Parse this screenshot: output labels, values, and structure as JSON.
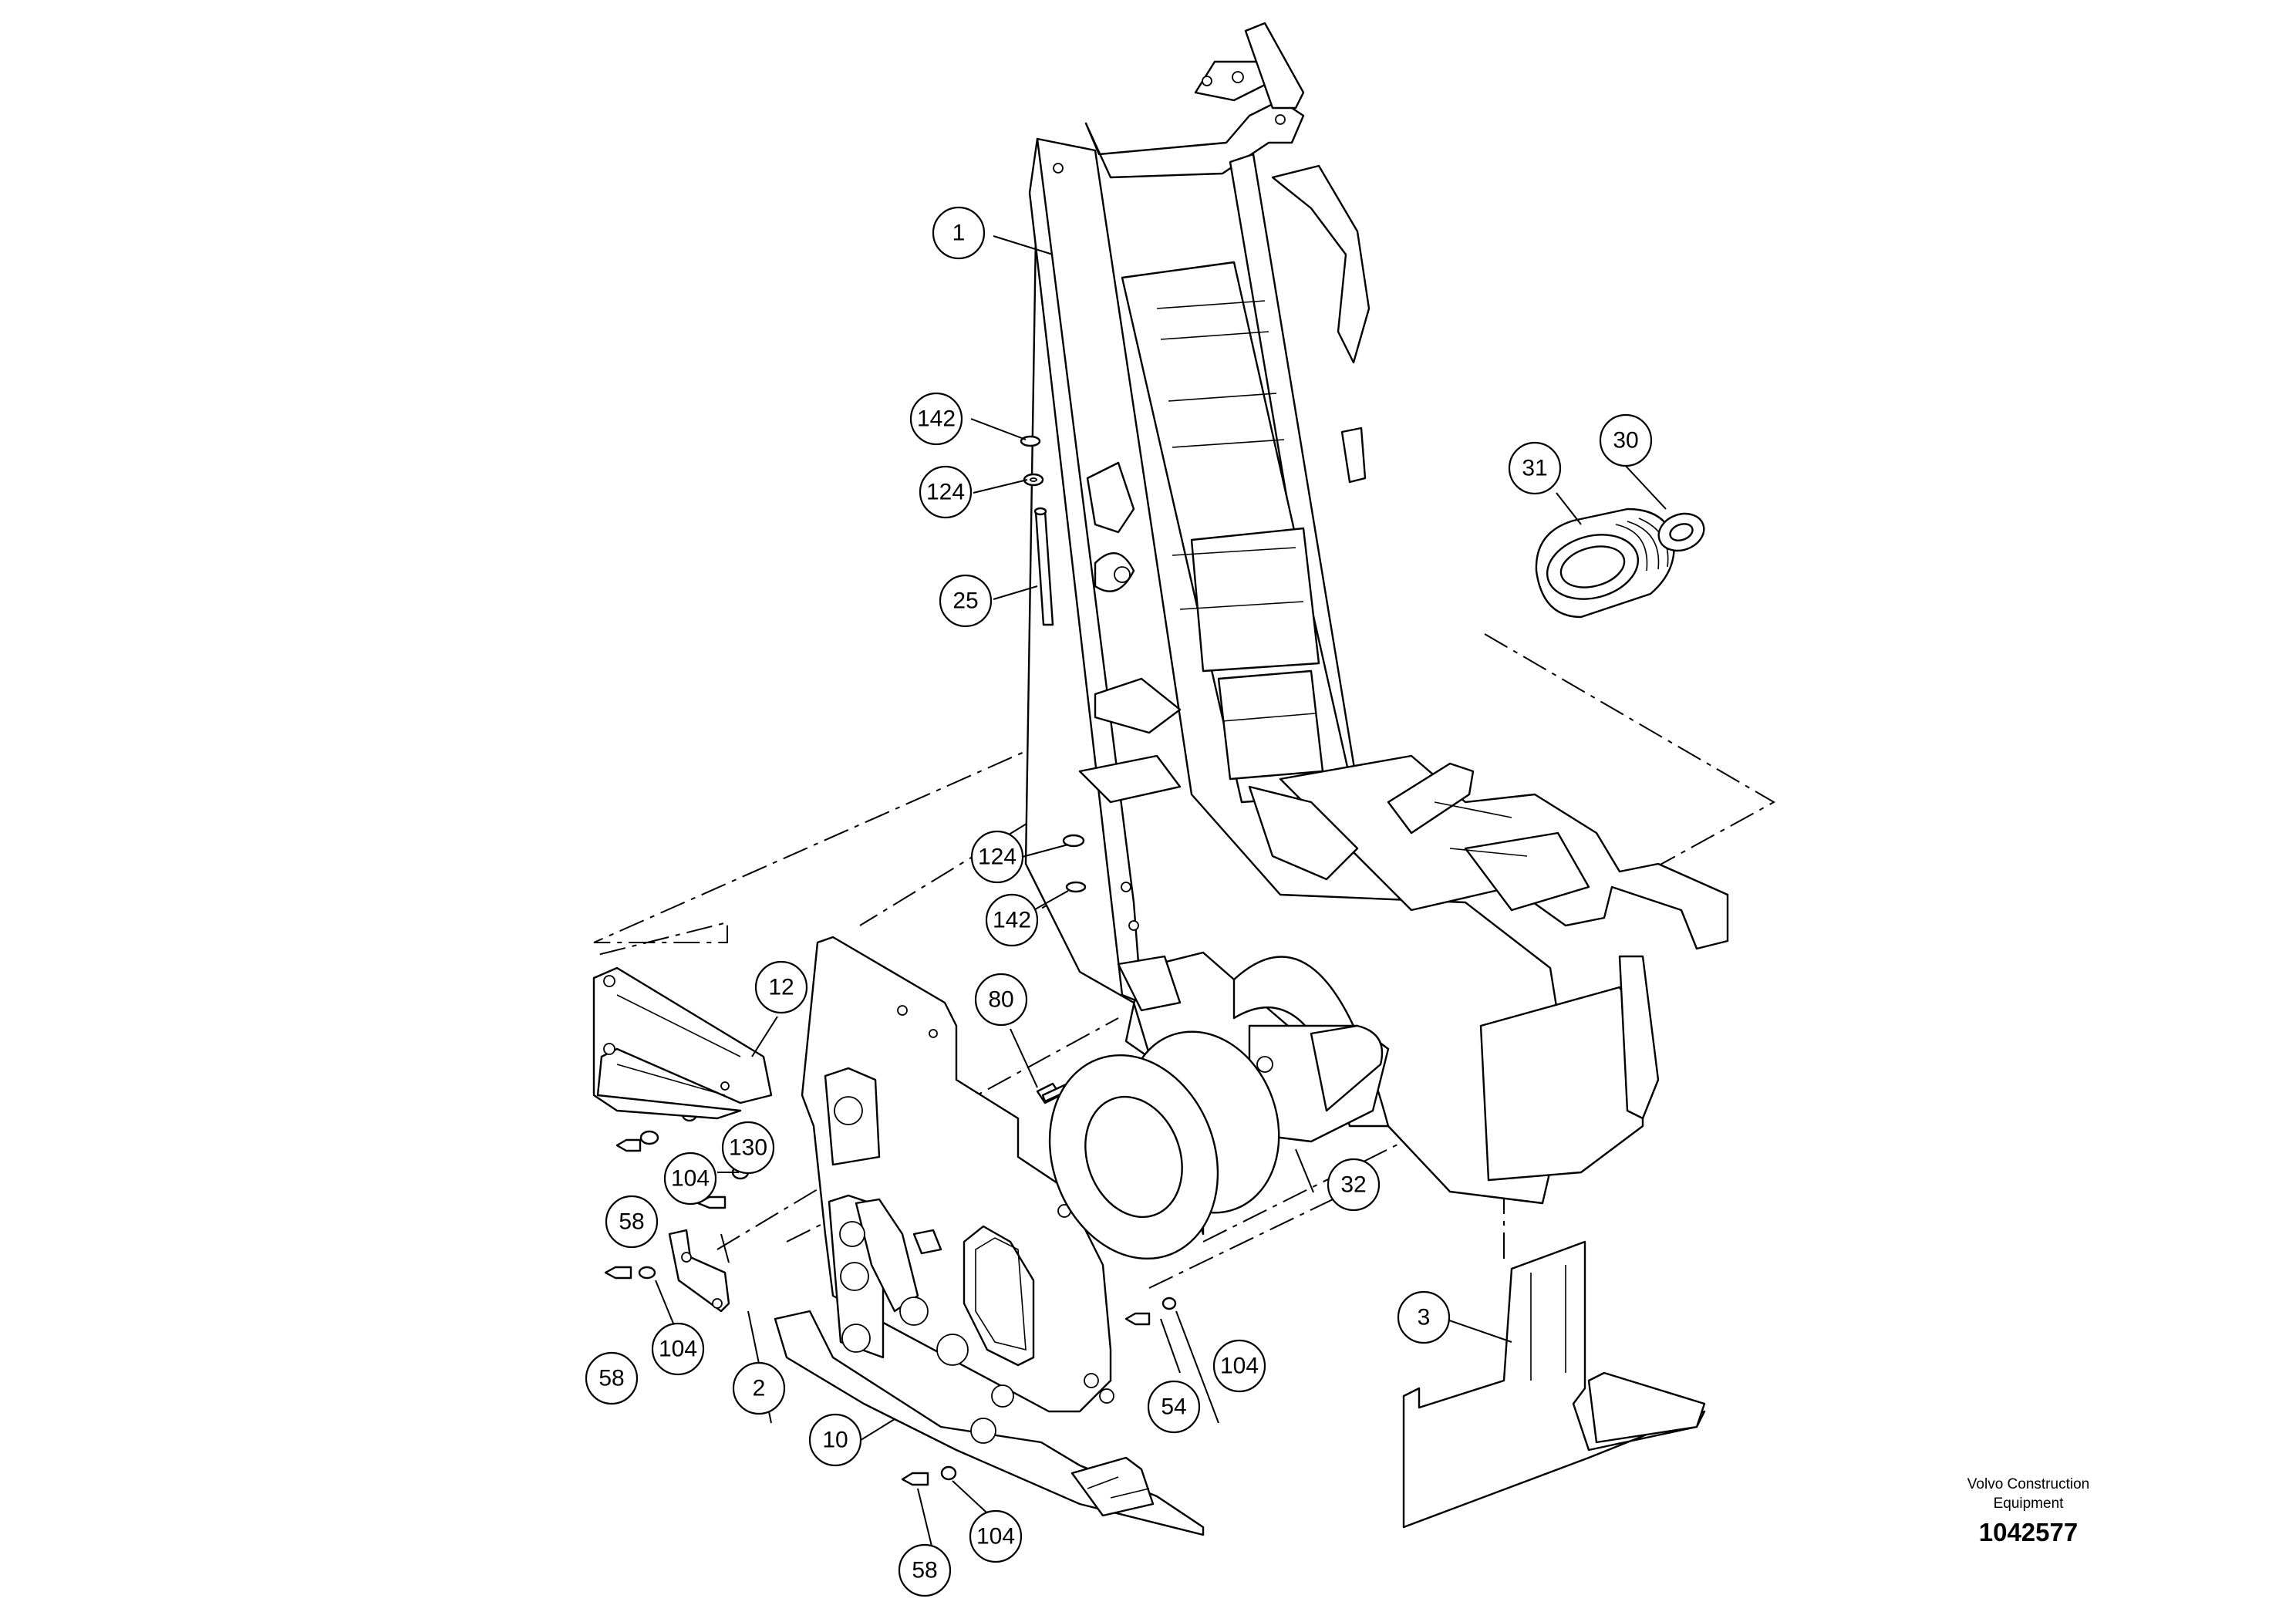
{
  "diagram": {
    "callouts": [
      "1",
      "142",
      "124",
      "25",
      "31",
      "30",
      "124",
      "142",
      "12",
      "80",
      "130",
      "104",
      "58",
      "32",
      "2",
      "104",
      "58",
      "10",
      "54",
      "104",
      "3",
      "104",
      "58"
    ]
  },
  "footer": {
    "brand_line1": "Volvo Construction",
    "brand_line2": "Equipment",
    "document_number": "1042577"
  }
}
